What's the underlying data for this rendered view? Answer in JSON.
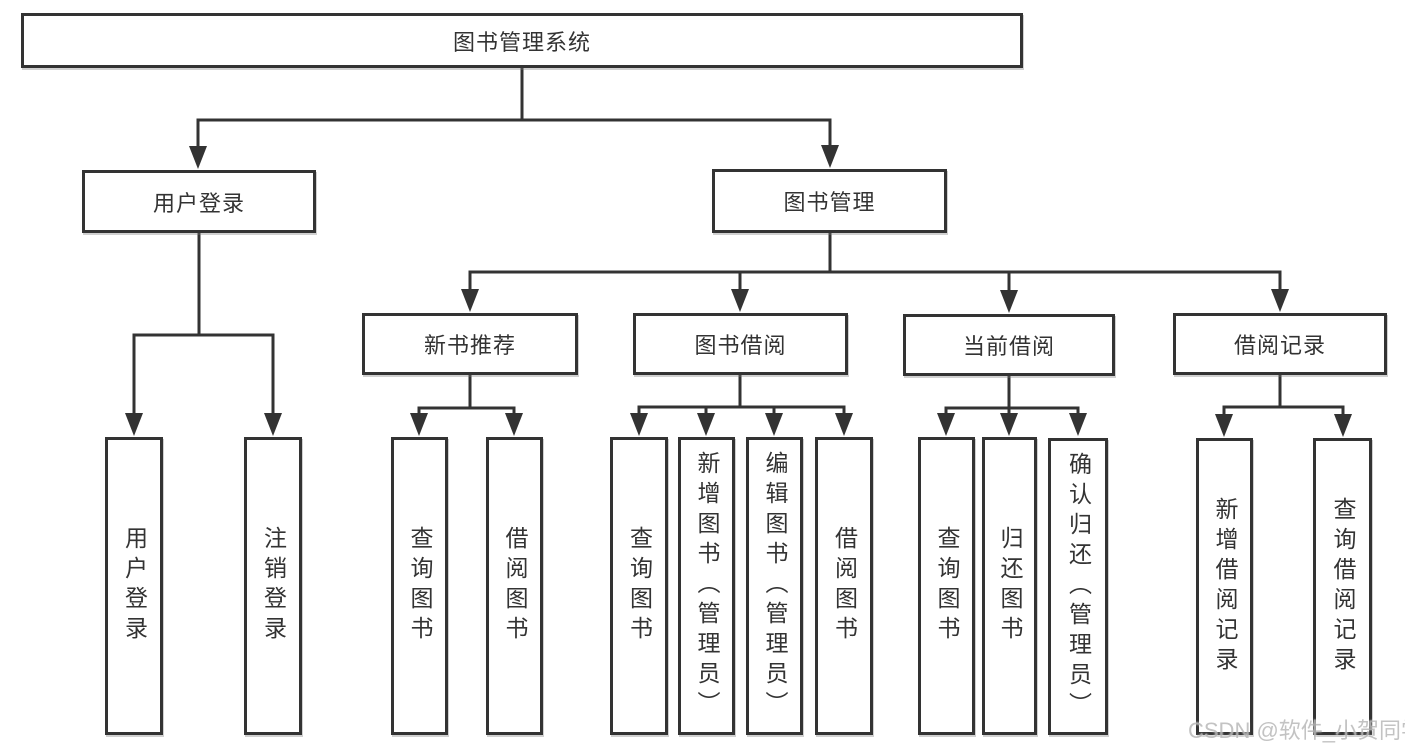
{
  "tree": {
    "root_label": "图书管理系统",
    "branches": [
      {
        "label": "用户登录",
        "children": [
          "用户登录",
          "注销登录"
        ]
      },
      {
        "label": "图书管理",
        "groups": [
          {
            "label": "新书推荐",
            "children": [
              "查询图书",
              "借阅图书"
            ]
          },
          {
            "label": "图书借阅",
            "children": [
              "查询图书",
              "新增图书（管理员）",
              "编辑图书（管理员）",
              "借阅图书"
            ]
          },
          {
            "label": "当前借阅",
            "children": [
              "查询图书",
              "归还图书",
              "确认归还（管理员）"
            ]
          },
          {
            "label": "借阅记录",
            "children": [
              "新增借阅记录",
              "查询借阅记录"
            ]
          }
        ]
      }
    ]
  },
  "watermark": {
    "text": "CSDN @软件_小贺同学"
  },
  "colors": {
    "line": "#333333",
    "box_border": "#333333",
    "text": "#333333",
    "background": "#ffffff",
    "watermark": "#b9b9b9"
  }
}
